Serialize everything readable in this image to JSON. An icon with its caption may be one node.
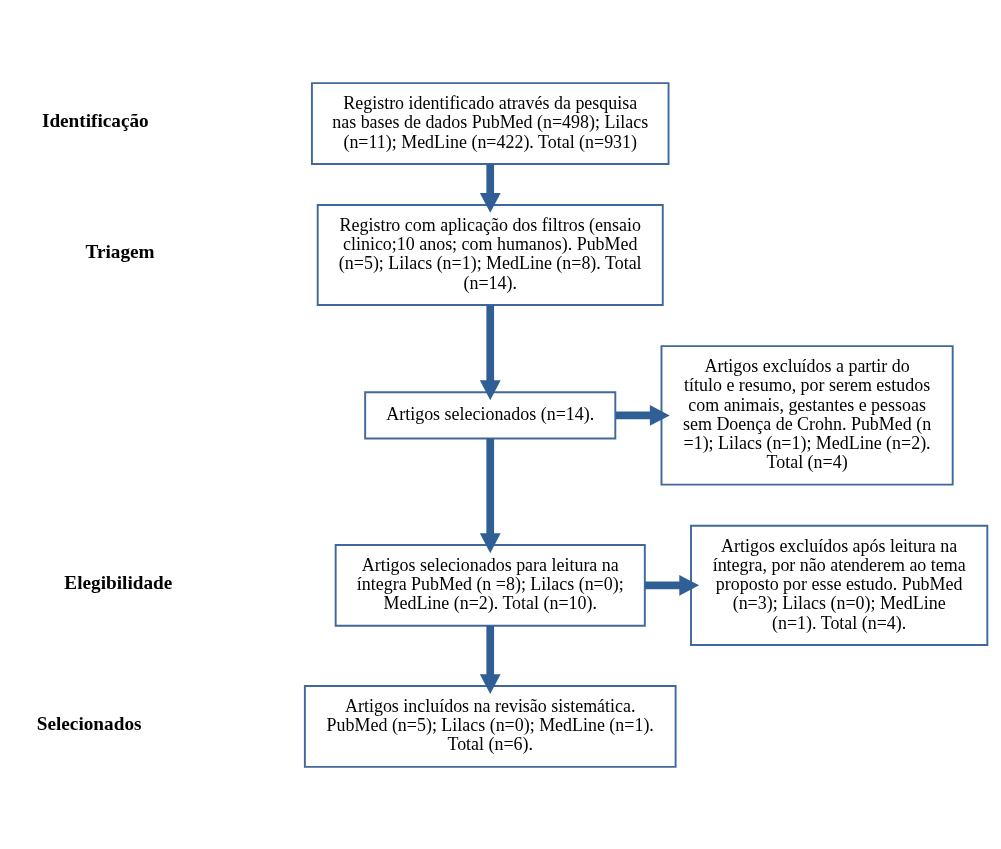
{
  "diagram": {
    "nodes": [
      {
        "text": [
          "Registro identificado através da pesquisa nas bases de dados PubMed (n=498); Lilacs (n=11); MedLine (n=422). Total (n=931)"
        ]
      },
      {
        "text": [
          "Registro com aplicação dos filtros (ensaio clinico;10 anos; com humanos). PubMed (n=5); Lilacs (n=1); MedLine (n=8). Total (n=14)."
        ]
      },
      {
        "text": [
          "Artigos selecionados (n=14)."
        ]
      },
      {
        "text": [
          "Artigos selecionados para leitura na íntegra PubMed (n =8); Lilacs (n=0); MedLine (n=2). Total (n=10)."
        ]
      },
      {
        "text": [
          "Artigos incluídos na revisão sistemática. PubMed (n=5); Lilacs (n=0); MedLine (n=1). Total (n=6)."
        ]
      },
      {
        "text": [
          "Artigos excluídos a partir do título e resumo, por serem estudos com animais, gestantes e pessoas sem Doença de Crohn. PubMed (n =1); Lilacs (n=1); MedLine (n=2). Total (n=4)"
        ]
      },
      {
        "text": [
          "Artigos excluídos após leitura na íntegra, por não atenderem ao tema proposto por esse estudo. PubMed (n=3); Lilacs (n=0); MedLine (n=1). Total (n=4)."
        ]
      }
    ],
    "edges": [
      {
        "from": 0,
        "to": 1,
        "arrow": "to"
      },
      {
        "from": 1,
        "to": 2,
        "arrow": "to"
      },
      {
        "from": 2,
        "to": 5,
        "arrow": "to"
      },
      {
        "from": 2,
        "to": 3,
        "arrow": "to"
      },
      {
        "from": 3,
        "to": 6,
        "arrow": "to"
      },
      {
        "from": 3,
        "to": 4,
        "arrow": "to"
      }
    ],
    "labels": [
      "Identificação",
      "Triagem",
      "Elegibilidade",
      "Selecionados"
    ]
  }
}
